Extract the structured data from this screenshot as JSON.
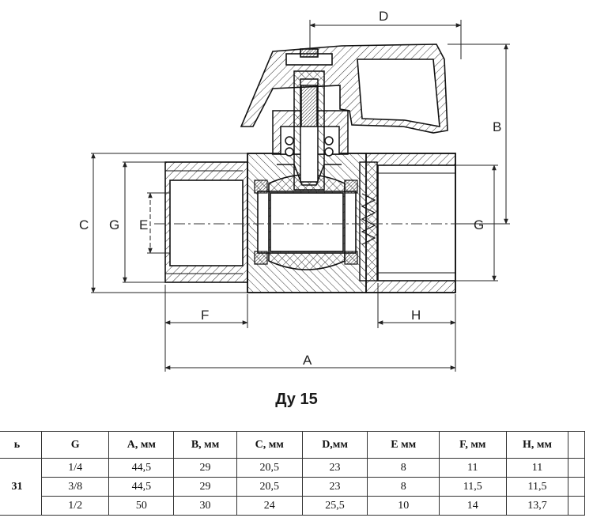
{
  "drawing": {
    "labels": {
      "A": "A",
      "B": "B",
      "C": "C",
      "D": "D",
      "E": "E",
      "F": "F",
      "G_left": "G",
      "G_right": "G",
      "H": "H"
    }
  },
  "caption": "Ду 15",
  "table": {
    "headers": [
      "ь",
      "G",
      "A, мм",
      "B, мм",
      "C, мм",
      "D,мм",
      "E мм",
      "F, мм",
      "H, мм"
    ],
    "model": "31",
    "rows": [
      [
        "1/4",
        "44,5",
        "29",
        "20,5",
        "23",
        "8",
        "11",
        "11"
      ],
      [
        "3/8",
        "44,5",
        "29",
        "20,5",
        "23",
        "8",
        "11,5",
        "11,5"
      ],
      [
        "1/2",
        "50",
        "30",
        "24",
        "25,5",
        "10",
        "14",
        "13,7"
      ]
    ]
  }
}
